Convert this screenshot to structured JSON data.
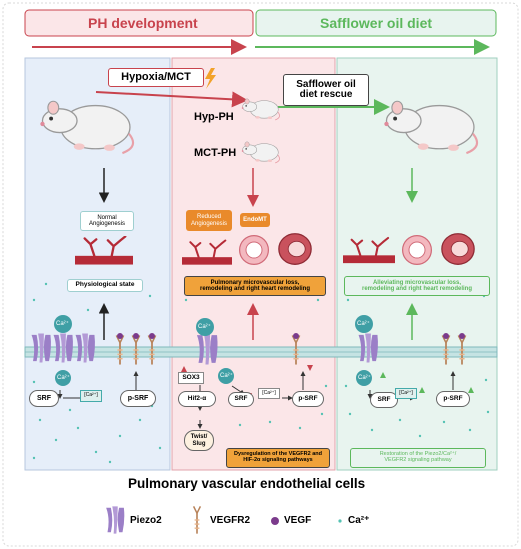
{
  "header": {
    "left_title": "PH development",
    "right_title": "Safflower oil diet"
  },
  "triggers": {
    "hypoxia_mct": "Hypoxia/MCT",
    "rescue": "Safflower oil diet rescue",
    "rescue_line1": "Safflower oil",
    "rescue_line2": "diet rescue"
  },
  "models": {
    "hyp_ph": "Hyp-PH",
    "mct_ph": "MCT-PH"
  },
  "left_panel": {
    "normal_angiogenesis_line1": "Normal",
    "normal_angiogenesis_line2": "Angiogenesis",
    "state": "Physiological state",
    "srf": "SRF",
    "psrf": "p-SRF",
    "ca_level": "[Ca²⁺]"
  },
  "middle_panel": {
    "reduced_angiogenesis_line1": "Reduced",
    "reduced_angiogenesis_line2": "Angiogenesis",
    "endomt": "EndoMT",
    "remodeling_line1": "Pulmonary microvascular loss,",
    "remodeling_line2": "remodeling and right heart remodeling",
    "sox3": "SOX3",
    "hif2a": "Hif2-α",
    "twist_line1": "Twist/",
    "twist_line2": "Slug",
    "srf": "SRF",
    "psrf": "p-SRF",
    "ca_level": "[Ca²⁺]",
    "dysregulation_line1": "Dysregulation of the VEGFR2 and",
    "dysregulation_line2": "HIF-2α signaling pathways"
  },
  "right_panel": {
    "alleviating_line1": "Alleviating microvascular loss,",
    "alleviating_line2": "remodeling and right heart remodeling",
    "srf": "SRF",
    "psrf": "p-SRF",
    "ca_level": "[Ca²⁺]",
    "restoration_line1": "Restoration of the Piezo2/Ca²⁺/",
    "restoration_line2": "VEGFR2 signaling pathway"
  },
  "ion_label": "Ca²⁺",
  "footer": {
    "title": "Pulmonary vascular endothelial cells"
  },
  "legend": {
    "piezo2": "Piezo2",
    "vegfr2": "VEGFR2",
    "vegf": "VEGF",
    "ca": "Ca²⁺"
  },
  "colors": {
    "ph_red": "#c8434d",
    "diet_green": "#5cb85c",
    "left_panel_bg": "#e6eef9",
    "middle_panel_bg": "#fbe6e8",
    "right_panel_bg": "#e8f4ef",
    "membrane": "#9fcfd0",
    "vessel": "#b52b37",
    "piezo": "#9b7fc7",
    "vegfr2": "#b8835a",
    "vegf": "#7b3b8c",
    "ca_dot": "#55c2b3",
    "orange_box": "#e98a2b"
  }
}
